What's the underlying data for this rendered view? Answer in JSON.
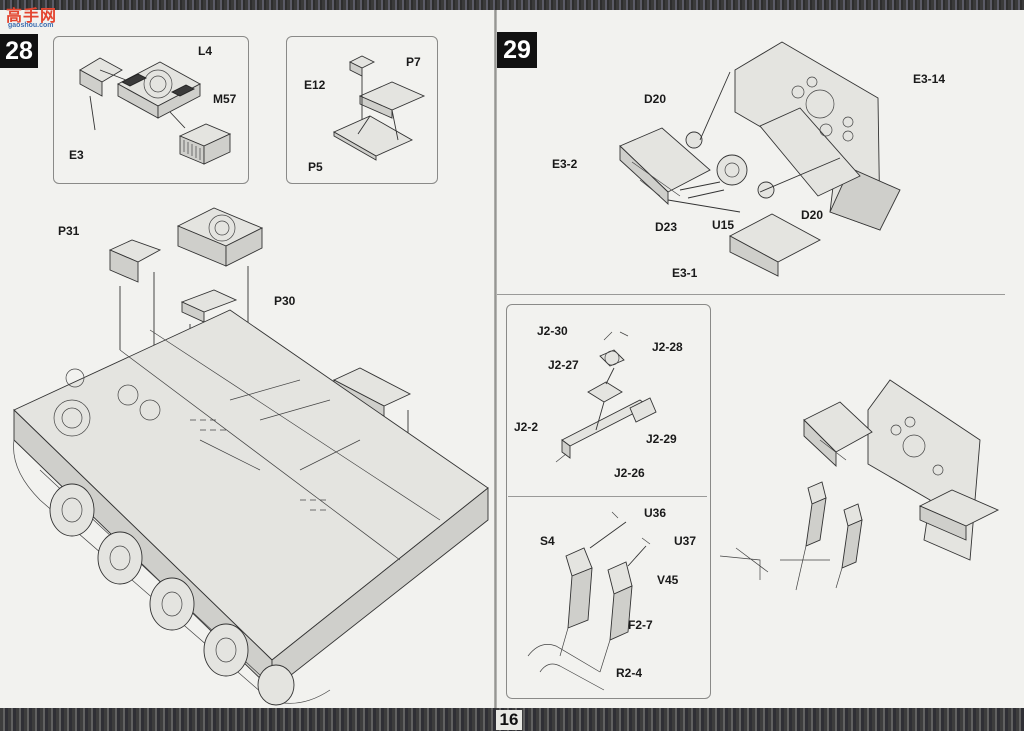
{
  "page": {
    "number": "16"
  },
  "watermark": {
    "main": "高手网",
    "sub": "gaoshou.com"
  },
  "step28": {
    "badge": "28",
    "box1_labels": {
      "l4": "L4",
      "m57": "M57",
      "e3": "E3"
    },
    "box2_labels": {
      "e12": "E12",
      "p7": "P7",
      "p5": "P5"
    },
    "main_labels": {
      "p31": "P31",
      "p30": "P30"
    }
  },
  "step29": {
    "badge": "29",
    "top_labels": {
      "d20_top": "D20",
      "e3_14": "E3-14",
      "e3_2": "E3-2",
      "d23": "D23",
      "u15": "U15",
      "d20_bottom": "D20",
      "e3_1": "E3-1"
    },
    "sub_top_labels": {
      "j2_30": "J2-30",
      "j2_28": "J2-28",
      "j2_27": "J2-27",
      "j2_2": "J2-2",
      "j2_29": "J2-29",
      "j2_26": "J2-26"
    },
    "sub_bottom_labels": {
      "u36": "U36",
      "s4": "S4",
      "u37": "U37",
      "v45": "V45",
      "f2_7": "F2-7",
      "r2_4": "R2-4"
    }
  }
}
